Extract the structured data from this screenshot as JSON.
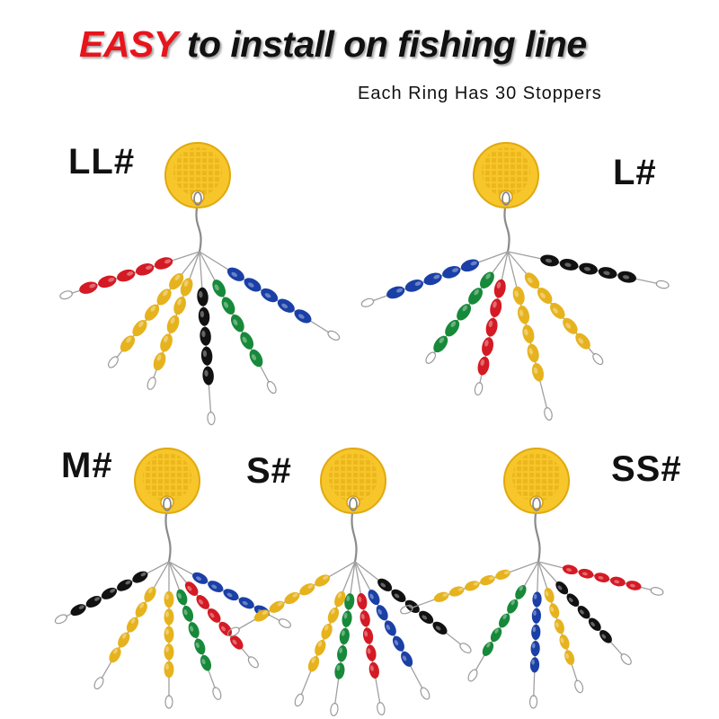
{
  "headline": {
    "highlight": "EASY",
    "rest": " to install on fishing line"
  },
  "subline": "Each Ring Has 30 Stoppers",
  "colors": {
    "accent_red": "#e8141c",
    "ring_yellow": "#f7c62a",
    "bead_blue": "#1a3fa6",
    "bead_green": "#17893a",
    "bead_black": "#111111",
    "bead_red": "#d41a24",
    "bead_yellow": "#e6b31e"
  },
  "products": [
    {
      "label": "LL#",
      "strands": [
        "blue",
        "green",
        "black",
        "yellow",
        "yellow",
        "red"
      ]
    },
    {
      "label": "L#",
      "strands": [
        "black",
        "yellow",
        "yellow",
        "red",
        "green",
        "blue"
      ]
    },
    {
      "label": "M#",
      "strands": [
        "blue",
        "red",
        "green",
        "yellow",
        "yellow",
        "black"
      ]
    },
    {
      "label": "S#",
      "strands": [
        "black",
        "blue",
        "red",
        "green",
        "yellow",
        "yellow"
      ]
    },
    {
      "label": "SS#",
      "strands": [
        "red",
        "black",
        "yellow",
        "blue",
        "green",
        "yellow"
      ]
    }
  ]
}
